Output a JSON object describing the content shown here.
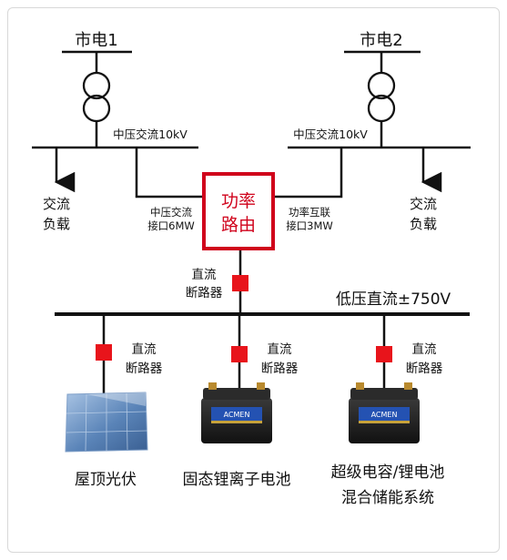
{
  "colors": {
    "line": "#111111",
    "accent": "#d0021b",
    "panel": "#5a84b8",
    "battery": "#1d1d1d"
  },
  "grid_1": {
    "label": "市电1",
    "bus_label": "中压交流10kV"
  },
  "grid_2": {
    "label": "市电2",
    "bus_label": "中压交流10kV"
  },
  "ac_load_left": {
    "line1": "交流",
    "line2": "负载"
  },
  "ac_load_right": {
    "line1": "交流",
    "line2": "负载"
  },
  "interface_left": {
    "line1": "中压交流",
    "line2": "接口6MW"
  },
  "interface_right": {
    "line1": "功率互联",
    "line2": "接口3MW"
  },
  "power_router": {
    "line1": "功率",
    "line2": "路由"
  },
  "dc_bus": {
    "label": "低压直流±750V"
  },
  "breaker_main": {
    "line1": "直流",
    "line2": "断路器"
  },
  "breaker_pv": {
    "line1": "直流",
    "line2": "断路器"
  },
  "breaker_battery": {
    "line1": "直流",
    "line2": "断路器"
  },
  "breaker_hybrid": {
    "line1": "直流",
    "line2": "断路器"
  },
  "pv": {
    "label": "屋顶光伏",
    "icon": "solar-panel-icon"
  },
  "battery": {
    "label": "固态锂离子电池",
    "icon": "battery-icon",
    "brand": "ACMEN"
  },
  "hybrid": {
    "line1": "超级电容/锂电池",
    "line2": "混合储能系统",
    "icon": "battery-icon",
    "brand": "ACMEN"
  }
}
